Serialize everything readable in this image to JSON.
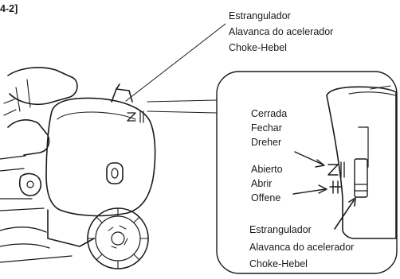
{
  "figure_tag": "4-2]",
  "top_callout": [
    "Estrangulador",
    "Alavanca do acelerador",
    "Choke-Hebel"
  ],
  "closed_label": [
    "Cerrada",
    "Fechar",
    "Dreher"
  ],
  "open_label": [
    "Abierto",
    "Abrir",
    "Offene"
  ],
  "lever_callout": [
    "Estrangulador",
    "Alavanca do acelerador",
    "Choke-Hebel"
  ],
  "colors": {
    "ink": "#1a1a1a",
    "background": "#ffffff"
  }
}
